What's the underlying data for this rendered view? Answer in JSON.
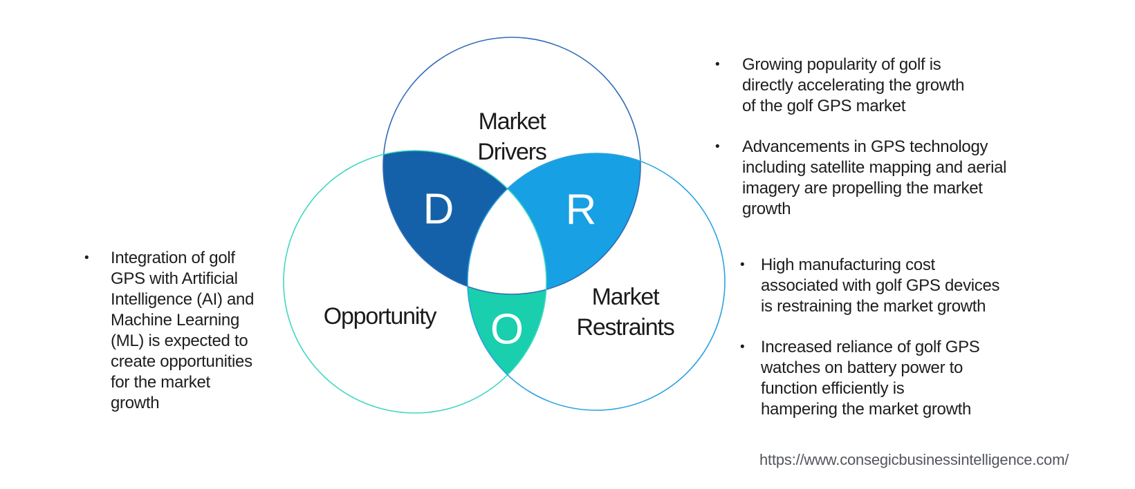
{
  "glyphs": {
    "bullet": "•"
  },
  "diagram": {
    "drivers": {
      "label": "Market\nDrivers",
      "letter": "D",
      "lens_fill": "#1561a9",
      "stroke": "#2e6bb5"
    },
    "restraints": {
      "label": "Market\nRestraints",
      "letter": "R",
      "lens_fill": "#18a0e4",
      "stroke": "#2ba1e0"
    },
    "opportunity": {
      "label": "Opportunity",
      "letter": "O",
      "lens_fill": "#19cfae",
      "stroke": "#3fd8c1"
    },
    "center_fill": "#ffffff"
  },
  "panels": {
    "opportunity_notes": {
      "bullets": [
        "Integration of golf\nGPS with Artificial\nIntelligence (AI) and\nMachine Learning\n(ML) is expected to\ncreate opportunities\nfor the market\ngrowth"
      ]
    },
    "driver_notes": {
      "bullets": [
        "Growing popularity of golf is\ndirectly accelerating the growth\nof the golf GPS market",
        "Advancements in GPS technology\nincluding satellite mapping and aerial\nimagery are propelling the market\ngrowth"
      ]
    },
    "restraint_notes": {
      "bullets": [
        "High manufacturing cost\nassociated with golf GPS devices\nis restraining the market growth",
        "Increased reliance of golf GPS\nwatches on battery power to\nfunction efficiently is\nhampering the market growth"
      ]
    }
  },
  "footer": {
    "source_url": "https://www.consegicbusinessintelligence.com/"
  }
}
